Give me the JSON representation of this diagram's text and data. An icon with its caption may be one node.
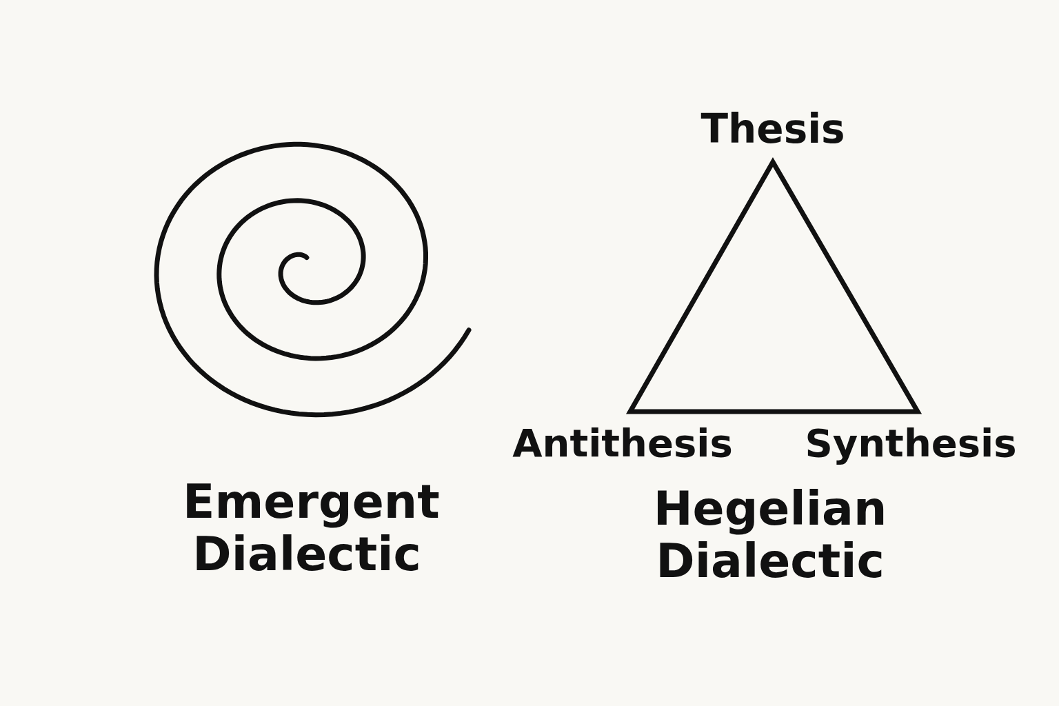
{
  "diagram": {
    "labels": [
      "Thesis",
      "Antithesis",
      "Synthesis",
      "Emergent Dialectic",
      "Hegelian Dialectic"
    ]
  }
}
